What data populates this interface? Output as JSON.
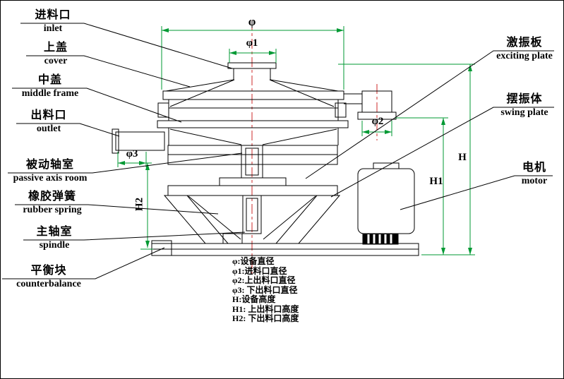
{
  "colors": {
    "line": "#000000",
    "dimension": "#009933",
    "centerline": "#cc2a2a",
    "background": "#ffffff"
  },
  "labels": {
    "inlet": {
      "zh": "进料口",
      "en": "inlet"
    },
    "cover": {
      "zh": "上盖",
      "en": "cover"
    },
    "middle_frame": {
      "zh": "中盖",
      "en": "middle frame"
    },
    "outlet": {
      "zh": "出料口",
      "en": "outlet"
    },
    "passive_axis": {
      "zh": "被动轴室",
      "en": "passive axis room"
    },
    "rubber_spring": {
      "zh": "橡胶弹簧",
      "en": "rubber spring"
    },
    "spindle": {
      "zh": "主轴室",
      "en": "spindle"
    },
    "counterbalance": {
      "zh": "平衡块",
      "en": "counterbalance"
    },
    "exciting_plate": {
      "zh": "激振板",
      "en": "exciting plate"
    },
    "swing_plate": {
      "zh": "摆振体",
      "en": "swing plate"
    },
    "motor": {
      "zh": "电机",
      "en": "motor"
    }
  },
  "dimensions": {
    "phi": "φ",
    "phi1": "φ1",
    "phi2": "φ2",
    "phi3": "φ3",
    "h": "H",
    "h1": "H1",
    "h2": "H2"
  },
  "legend": {
    "items": [
      "φ:设备直径",
      "φ1:进料口直径",
      "φ2:上出料口直径",
      "φ3: 下出料口直径",
      "H:设备高度",
      "H1: 上出料口高度",
      "H2: 下出料口高度"
    ]
  }
}
